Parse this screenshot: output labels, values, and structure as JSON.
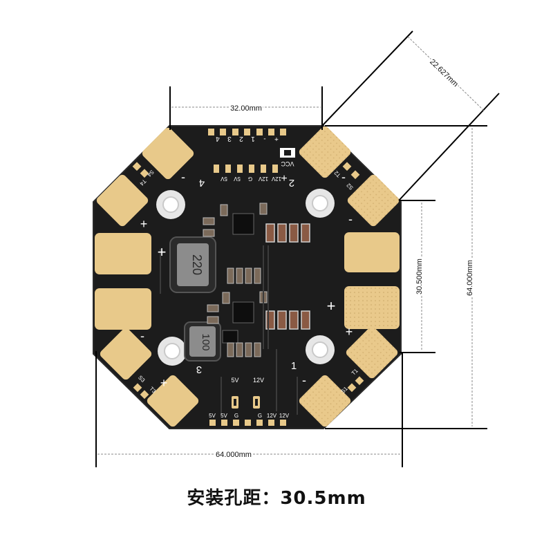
{
  "dimensions": {
    "top_width": "32.00mm",
    "diagonal_edge": "22.627mm",
    "hole_spacing": "30.500mm",
    "total_height": "64.000mm",
    "total_width": "64.000mm"
  },
  "board": {
    "color": "#1c1c1c",
    "pad_color": "#e8c98a",
    "inductor_top_label": "220",
    "inductor_bottom_label": "100",
    "top_header_pins": [
      "+",
      "-",
      "1",
      "2",
      "3",
      "4"
    ],
    "top_header_labels": [
      "12V",
      "12V",
      "G",
      "5V",
      "5V"
    ],
    "bottom_header_labels": [
      "5V",
      "5V",
      "G",
      "G",
      "12V",
      "12V"
    ],
    "vcc_label": "VCC",
    "led_labels": [
      "5V",
      "12V"
    ],
    "motor_numbers": [
      "4",
      "2",
      "3",
      "1"
    ],
    "pad_sign_plus": "+",
    "pad_sign_minus": "-",
    "corner_labels": {
      "top_left": [
        "S4",
        "T4"
      ],
      "top_right": [
        "T2",
        "S2"
      ],
      "bottom_left": [
        "S3",
        "T3"
      ],
      "bottom_right": [
        "T1",
        "S1"
      ]
    }
  },
  "caption": "安装孔距：30.5mm"
}
